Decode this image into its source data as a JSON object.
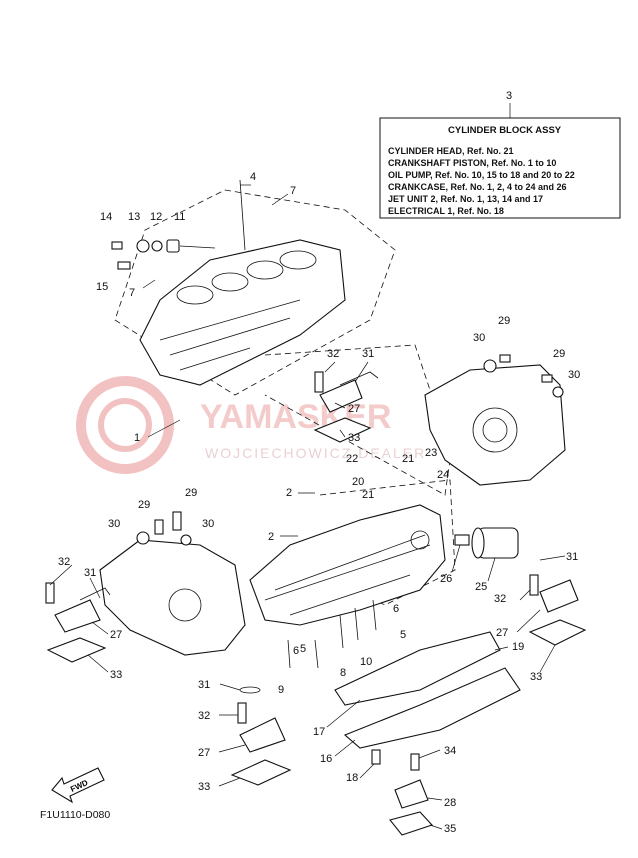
{
  "spec_box": {
    "ref_number": "3",
    "title": "CYLINDER BLOCK ASSY",
    "lines": [
      "CYLINDER HEAD,  Ref. No. 21",
      "CRANKSHAFT PISTON,  Ref. No. 1 to 10",
      "OIL PUMP,  Ref. No. 10, 15 to 18  and 20 to 22",
      "CRANKCASE,  Ref. No. 1, 2, 4 to 24 and 26",
      "JET UNIT 2,  Ref. No. 1, 13, 14 and 17",
      "ELECTRICAL 1,  Ref. No. 18"
    ]
  },
  "watermark": {
    "brand": "YAMASKER",
    "sub": "WOJCIECHOWICZ  DEALER"
  },
  "diagram_code": "F1U1110-D080",
  "fwd_label": "FWD",
  "callouts": {
    "c1": "1",
    "c2a": "2",
    "c2b": "2",
    "c3": "3",
    "c4": "4",
    "c5a": "5",
    "c5b": "5",
    "c6a": "6",
    "c6b": "6",
    "c7a": "7",
    "c7b": "7",
    "c8": "8",
    "c9": "9",
    "c10": "10",
    "c11": "11",
    "c12": "12",
    "c13": "13",
    "c14": "14",
    "c15": "15",
    "c16": "16",
    "c17": "17",
    "c18": "18",
    "c19": "19",
    "c20": "20",
    "c21a": "21",
    "c21b": "21",
    "c22": "22",
    "c23": "23",
    "c24": "24",
    "c25": "25",
    "c26": "26",
    "c27a": "27",
    "c27b": "27",
    "c27c": "27",
    "c27d": "27",
    "c28": "28",
    "c29a": "29",
    "c29b": "29",
    "c29c": "29",
    "c30a": "30",
    "c30b": "30",
    "c30c": "30",
    "c30d": "30",
    "c31a": "31",
    "c31b": "31",
    "c31c": "31",
    "c31d": "31",
    "c32a": "32",
    "c32b": "32",
    "c32c": "32",
    "c32d": "32",
    "c33a": "33",
    "c33b": "33",
    "c33c": "33",
    "c33d": "33",
    "c34": "34",
    "c35": "35"
  }
}
